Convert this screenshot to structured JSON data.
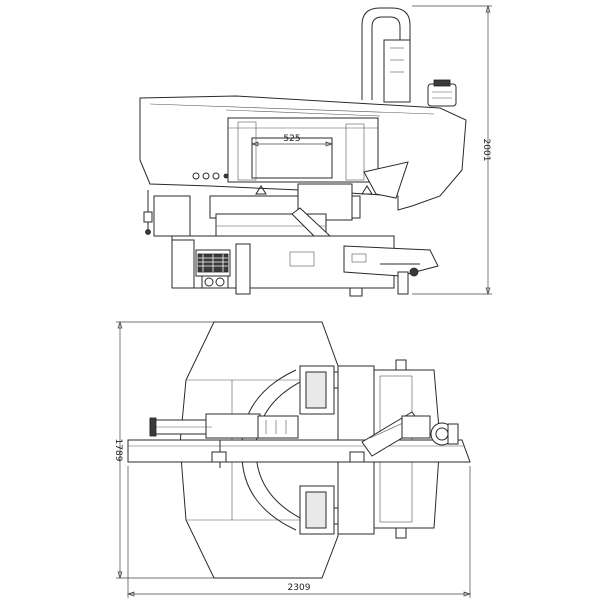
{
  "dimensions": {
    "blade_width": "525",
    "overall_height": "2001",
    "overall_depth": "1789",
    "overall_length": "2309"
  }
}
